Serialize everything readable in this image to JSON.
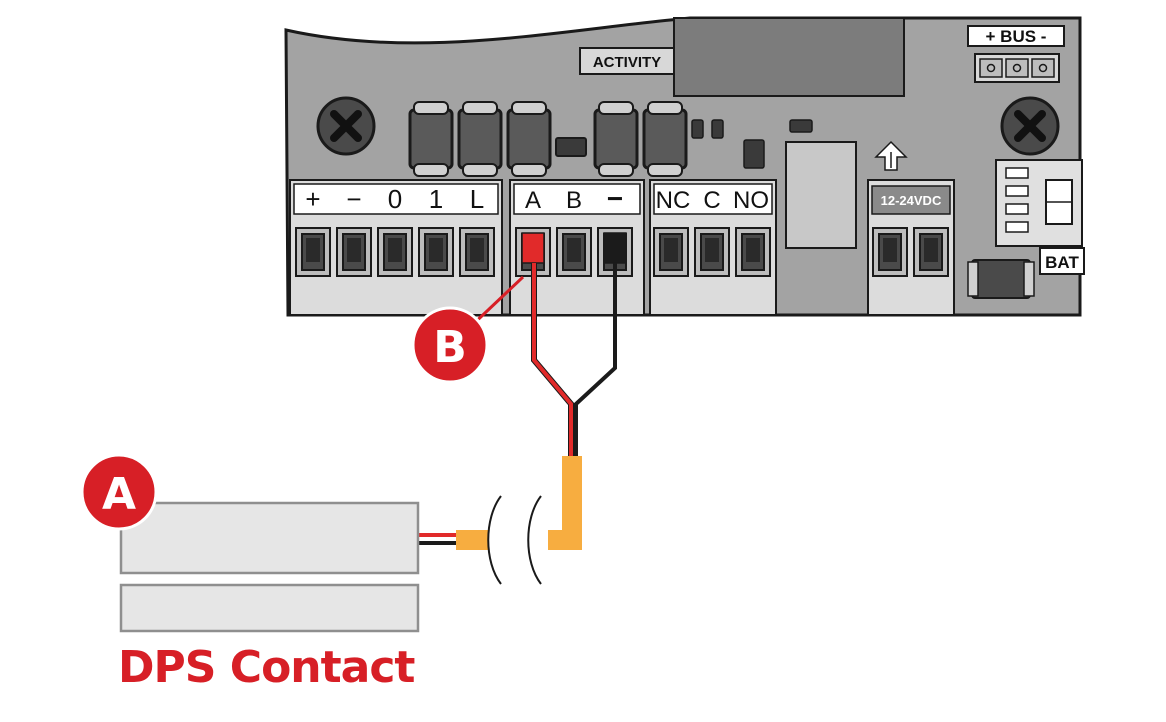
{
  "board": {
    "activity_label": "ACTIVITY",
    "bus_label": "+ BUS -",
    "power_label": "12-24VDC",
    "bat_label": "BAT",
    "terminals_group1": [
      "+",
      "−",
      "0",
      "1",
      "L"
    ],
    "terminals_group2": [
      "A",
      "B",
      "−"
    ],
    "terminals_group3": [
      "NC",
      "C",
      "NO"
    ]
  },
  "callouts": {
    "a_label": "A",
    "b_label": "B"
  },
  "caption": "DPS Contact",
  "colors": {
    "accent_red": "#d71f26",
    "wire_red": "#e12a2a",
    "wire_black": "#1b1b1b",
    "sleeve_orange": "#f7ad40",
    "board_gray": "#a3a3a3",
    "terminal_gray": "#dcdcdc"
  }
}
